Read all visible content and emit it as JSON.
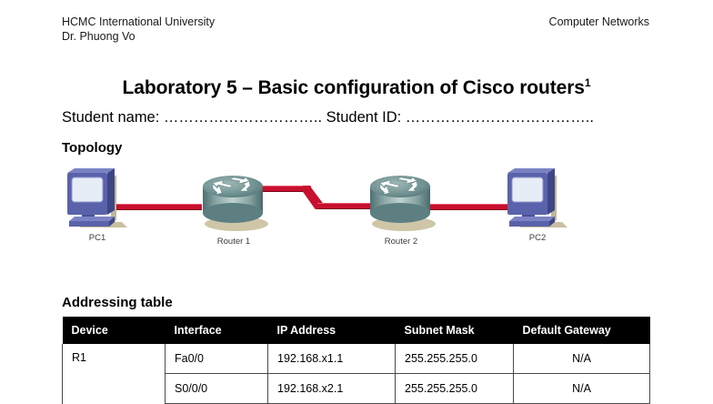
{
  "header": {
    "institution": "HCMC International University",
    "instructor": "Dr. Phuong Vo",
    "course": "Computer Networks"
  },
  "title": {
    "text": "Laboratory 5 – Basic configuration of Cisco routers",
    "footnote_marker": "1"
  },
  "student_line": "Student name: ………………………….. Student ID: ………………………………..",
  "sections": {
    "topology_heading": "Topology",
    "addressing_heading": "Addressing table"
  },
  "topology": {
    "nodes": [
      {
        "id": "pc1",
        "label": "PC1",
        "type": "pc-icon"
      },
      {
        "id": "router1",
        "label": "Router 1",
        "type": "router-icon"
      },
      {
        "id": "router2",
        "label": "Router 2",
        "type": "router-icon"
      },
      {
        "id": "pc2",
        "label": "PC2",
        "type": "pc-icon"
      }
    ],
    "links": [
      {
        "from": "pc1",
        "to": "router1",
        "style": "ethernet"
      },
      {
        "from": "router1",
        "to": "router2",
        "style": "serial"
      },
      {
        "from": "router2",
        "to": "pc2",
        "style": "ethernet"
      }
    ],
    "colors": {
      "link": "#c8102e",
      "pc_body": "#5a62ab",
      "router_body": "#6f8f90"
    }
  },
  "addressing_table": {
    "columns": [
      "Device",
      "Interface",
      "IP Address",
      "Subnet Mask",
      "Default Gateway"
    ],
    "rows": [
      {
        "device": "R1",
        "interface": "Fa0/0",
        "ip_address": "192.168.x1.1",
        "subnet_mask": "255.255.255.0",
        "default_gateway": "N/A"
      },
      {
        "device": "",
        "interface": "S0/0/0",
        "ip_address": "192.168.x2.1",
        "subnet_mask": "255.255.255.0",
        "default_gateway": "N/A"
      }
    ]
  }
}
